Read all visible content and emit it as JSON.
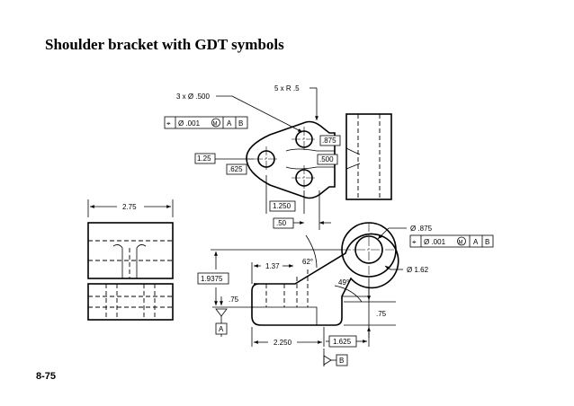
{
  "title": "Shoulder bracket with GDT symbols",
  "page_number": "8-75",
  "top_view": {
    "holes_callout": "3 x Ø .500",
    "radius_callout": "5 x R .5",
    "fcf": {
      "symbol": "⌖",
      "tolerance": "Ø .001",
      "modifier": "M",
      "datum1": "A",
      "datum2": "B"
    },
    "dim_875": ".875",
    "dim_125": "1.25",
    "dim_625": ".625",
    "dim_500": ".500",
    "dim_1250": "1.250",
    "dim_50": ".50"
  },
  "left_view": {
    "dim_275": "2.75"
  },
  "front_view": {
    "dia_875": "Ø .875",
    "fcf": {
      "symbol": "⌖",
      "tolerance": "Ø .001",
      "modifier": "M",
      "datum1": "A",
      "datum2": "B"
    },
    "dia_162": "Ø 1.62",
    "angle_62": "62°",
    "angle_49": "49°",
    "dim_19375": "1.9375",
    "dim_137": "1.37",
    "dim_75_left": ".75",
    "dim_75_right": ".75",
    "dim_2250": "2.250",
    "dim_1625": "1.625",
    "datum_a": "A",
    "datum_b": "B"
  }
}
